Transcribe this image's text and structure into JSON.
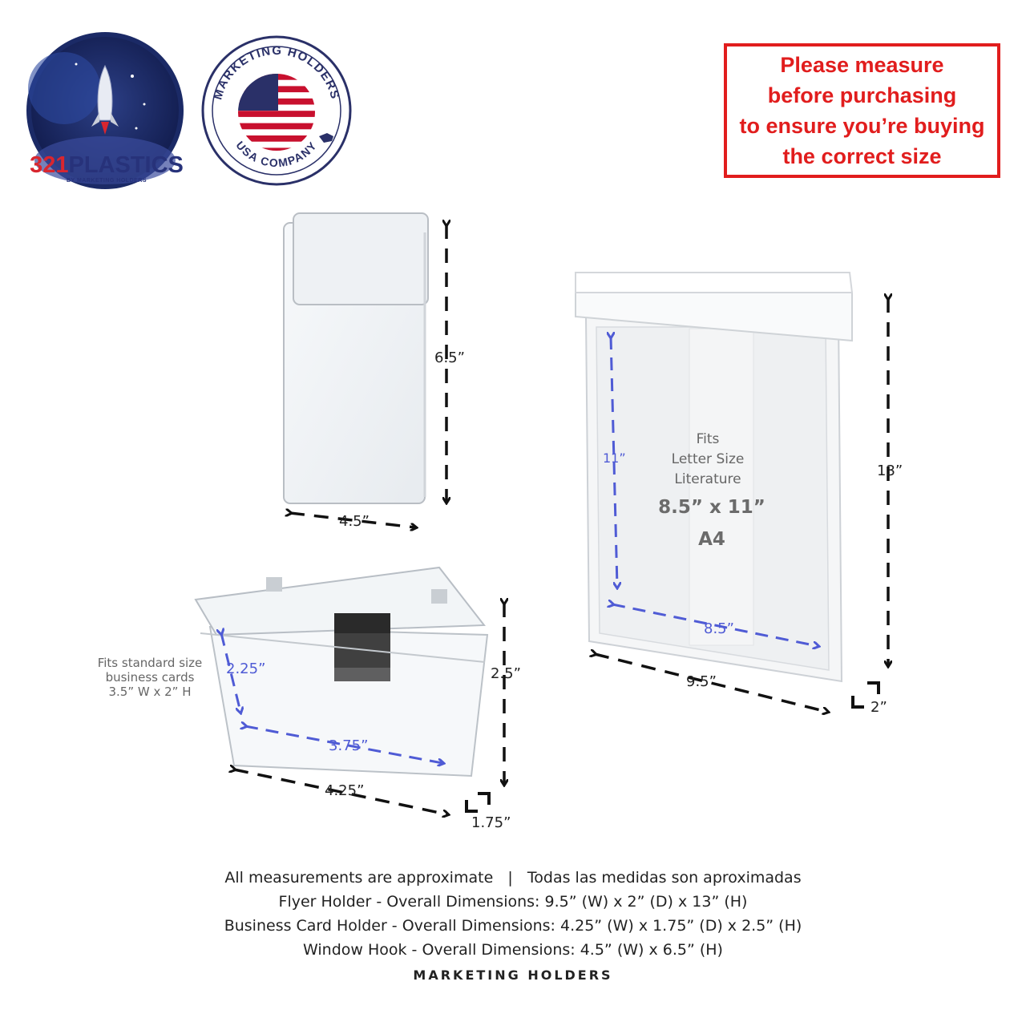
{
  "logos": {
    "plastics_main": "321",
    "plastics_word": "PLASTICS",
    "plastics_sub": "BY MARKETING HOLDERS",
    "badge_top": "MARKETING HOLDERS",
    "badge_bottom": "USA COMPANY"
  },
  "warning": {
    "line1": "Please measure",
    "line2": "before purchasing",
    "line3": "to ensure you’re buying",
    "line4": "the correct size"
  },
  "window_hook": {
    "height": "6.5”",
    "width": "4.5”"
  },
  "flyer_holder": {
    "height": "13”",
    "width": "9.5”",
    "depth": "2”",
    "inner_height": "11”",
    "inner_width": "8.5”",
    "fits_line1": "Fits",
    "fits_line2": "Letter Size",
    "fits_line3": "Literature",
    "size_label": "8.5” x 11”",
    "a4_label": "A4"
  },
  "card_holder": {
    "height": "2.5”",
    "width": "4.25”",
    "depth": "1.75”",
    "inner_height": "2.25”",
    "inner_width": "3.75”",
    "note_line1": "Fits standard size",
    "note_line2": "business cards",
    "note_line3": "3.5” W x 2” H"
  },
  "footer": {
    "line1": "All measurements are approximate   |   Todas las medidas son aproximadas",
    "line2": "Flyer Holder - Overall Dimensions: 9.5” (W) x 2” (D) x 13” (H)",
    "line3": "Business Card Holder - Overall Dimensions: 4.25” (W) x 1.75” (D) x 2.5” (H)",
    "line4": "Window Hook - Overall Dimensions: 4.5” (W) x 6.5” (H)",
    "brand": "MARKETING HOLDERS"
  },
  "colors": {
    "warning_red": "#e11d1d",
    "dimension_blue": "#4f5bd5",
    "logo_navy": "#27327a"
  }
}
